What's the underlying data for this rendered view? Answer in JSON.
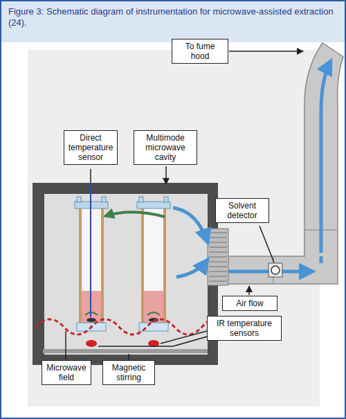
{
  "diagram": {
    "title": "Figure 3: Schematic diagram of instrumentation for microwave-assisted extraction (24).",
    "nodes": [
      {
        "text": [
          "To fume hood"
        ]
      },
      {
        "text": [
          "Direct temperature sensor"
        ]
      },
      {
        "text": [
          "Multimode microwave cavity"
        ]
      },
      {
        "text": [
          "Solvent detector"
        ]
      },
      {
        "text": [
          "Air flow"
        ]
      },
      {
        "text": [
          "IR temperature sensors"
        ]
      },
      {
        "text": [
          "Microwave field"
        ]
      },
      {
        "text": [
          "Magnetic stirring"
        ]
      }
    ]
  }
}
